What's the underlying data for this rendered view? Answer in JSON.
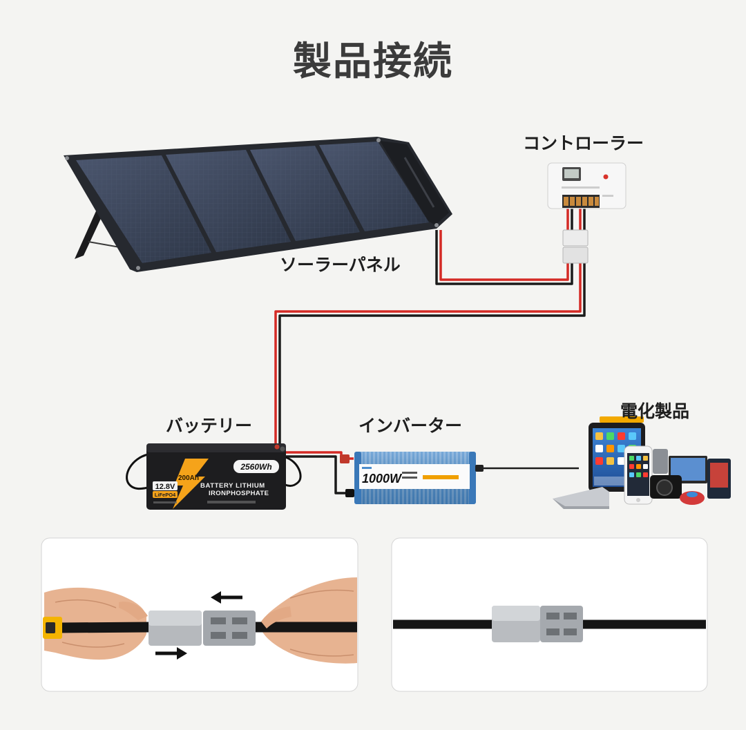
{
  "title": "製品接続",
  "labels": {
    "controller": "コントローラー",
    "solar_panel": "ソーラーパネル",
    "battery": "バッテリー",
    "inverter": "インバーター",
    "appliances": "電化製品"
  },
  "battery": {
    "energy": "2560Wh",
    "capacity": "200Ah",
    "voltage": "12.8V",
    "chemistry": "LiFePO4",
    "line1": "BATTERY LITHIUM",
    "line2": "IRONPHOSPHATE"
  },
  "inverter": {
    "power": "1000W"
  },
  "icons": {
    "arrow_left": "arrow-left-icon",
    "arrow_right": "arrow-right-icon"
  },
  "colors": {
    "background": "#f4f4f2",
    "title": "#3b3b3b",
    "wire_positive": "#d42a25",
    "wire_negative": "#1b1b1b",
    "battery_accent": "#f5a31a",
    "inverter_body": "#4a8ccc",
    "solar_cell": "#3b455a"
  }
}
